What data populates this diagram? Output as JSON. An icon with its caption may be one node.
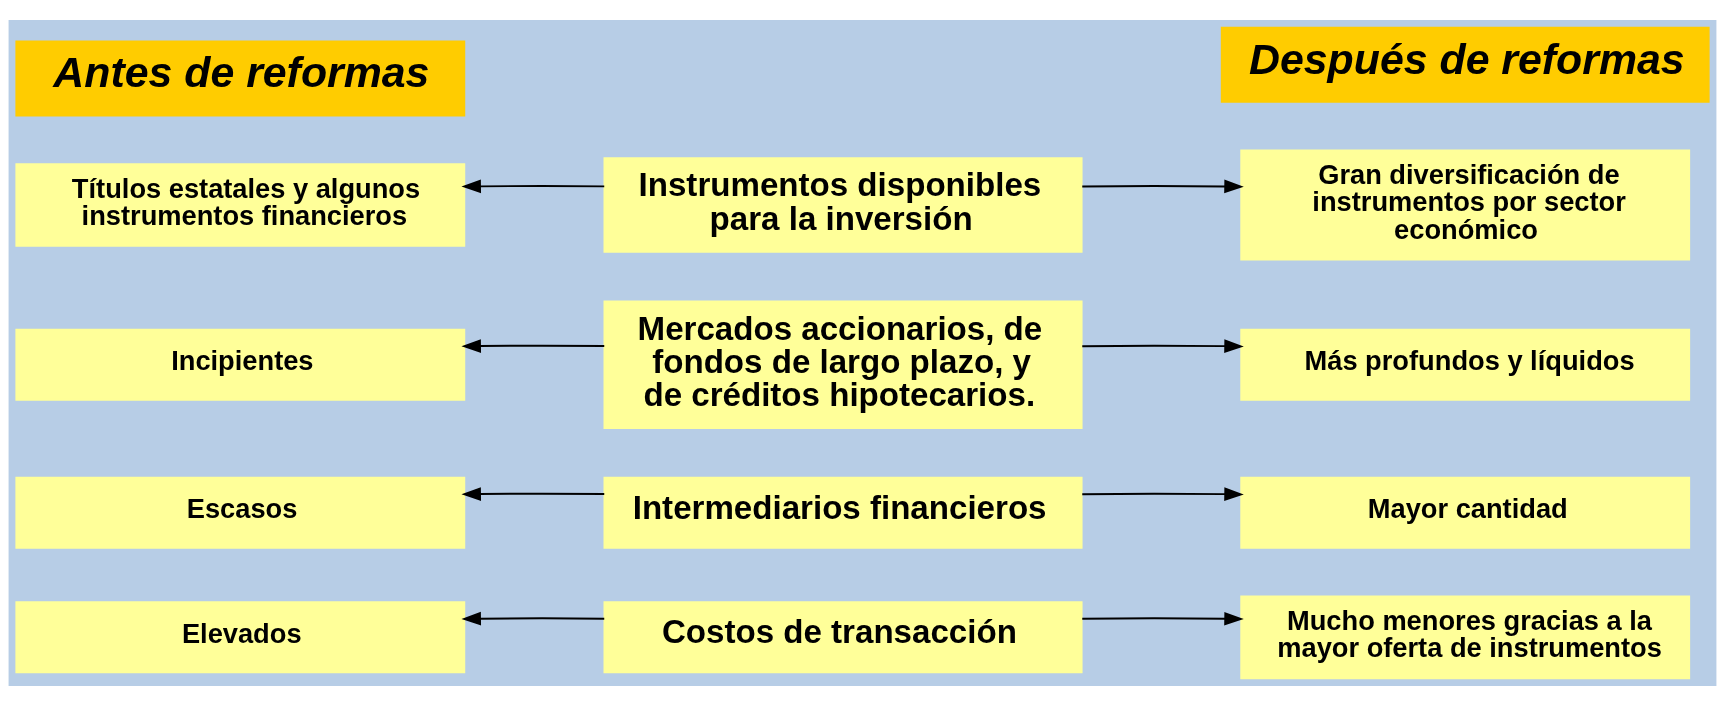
{
  "diagram": {
    "nodes": [
      {
        "text": [
          "Antes de reformas"
        ]
      },
      {
        "text": [
          "Después de reformas"
        ]
      },
      {
        "text": [
          "Títulos estatales y algunos instrumentos financieros"
        ]
      },
      {
        "text": [
          "Instrumentos disponibles para la inversión"
        ]
      },
      {
        "text": [
          "Gran diversificación de instrumentos por sector económico"
        ]
      },
      {
        "text": [
          "Incipientes"
        ]
      },
      {
        "text": [
          "Mercados accionarios, de fondos de largo plazo, y de créditos hipotecarios."
        ]
      },
      {
        "text": [
          "Más profundos y líquidos"
        ]
      },
      {
        "text": [
          "Escasos"
        ]
      },
      {
        "text": [
          "Intermediarios financieros"
        ]
      },
      {
        "text": [
          "Mayor cantidad"
        ]
      },
      {
        "text": [
          "Elevados"
        ]
      },
      {
        "text": [
          "Costos de transacción"
        ]
      },
      {
        "text": [
          "Mucho menores gracias a la mayor oferta de instrumentos"
        ]
      }
    ],
    "edges": [
      {
        "from": 3,
        "to": 2,
        "arrow": "to"
      },
      {
        "from": 3,
        "to": 4,
        "arrow": "to"
      },
      {
        "from": 6,
        "to": 5,
        "arrow": "to"
      },
      {
        "from": 6,
        "to": 7,
        "arrow": "to"
      },
      {
        "from": 9,
        "to": 8,
        "arrow": "to"
      },
      {
        "from": 9,
        "to": 10,
        "arrow": "to"
      },
      {
        "from": 12,
        "to": 11,
        "arrow": "to"
      },
      {
        "from": 12,
        "to": 13,
        "arrow": "to"
      }
    ]
  }
}
